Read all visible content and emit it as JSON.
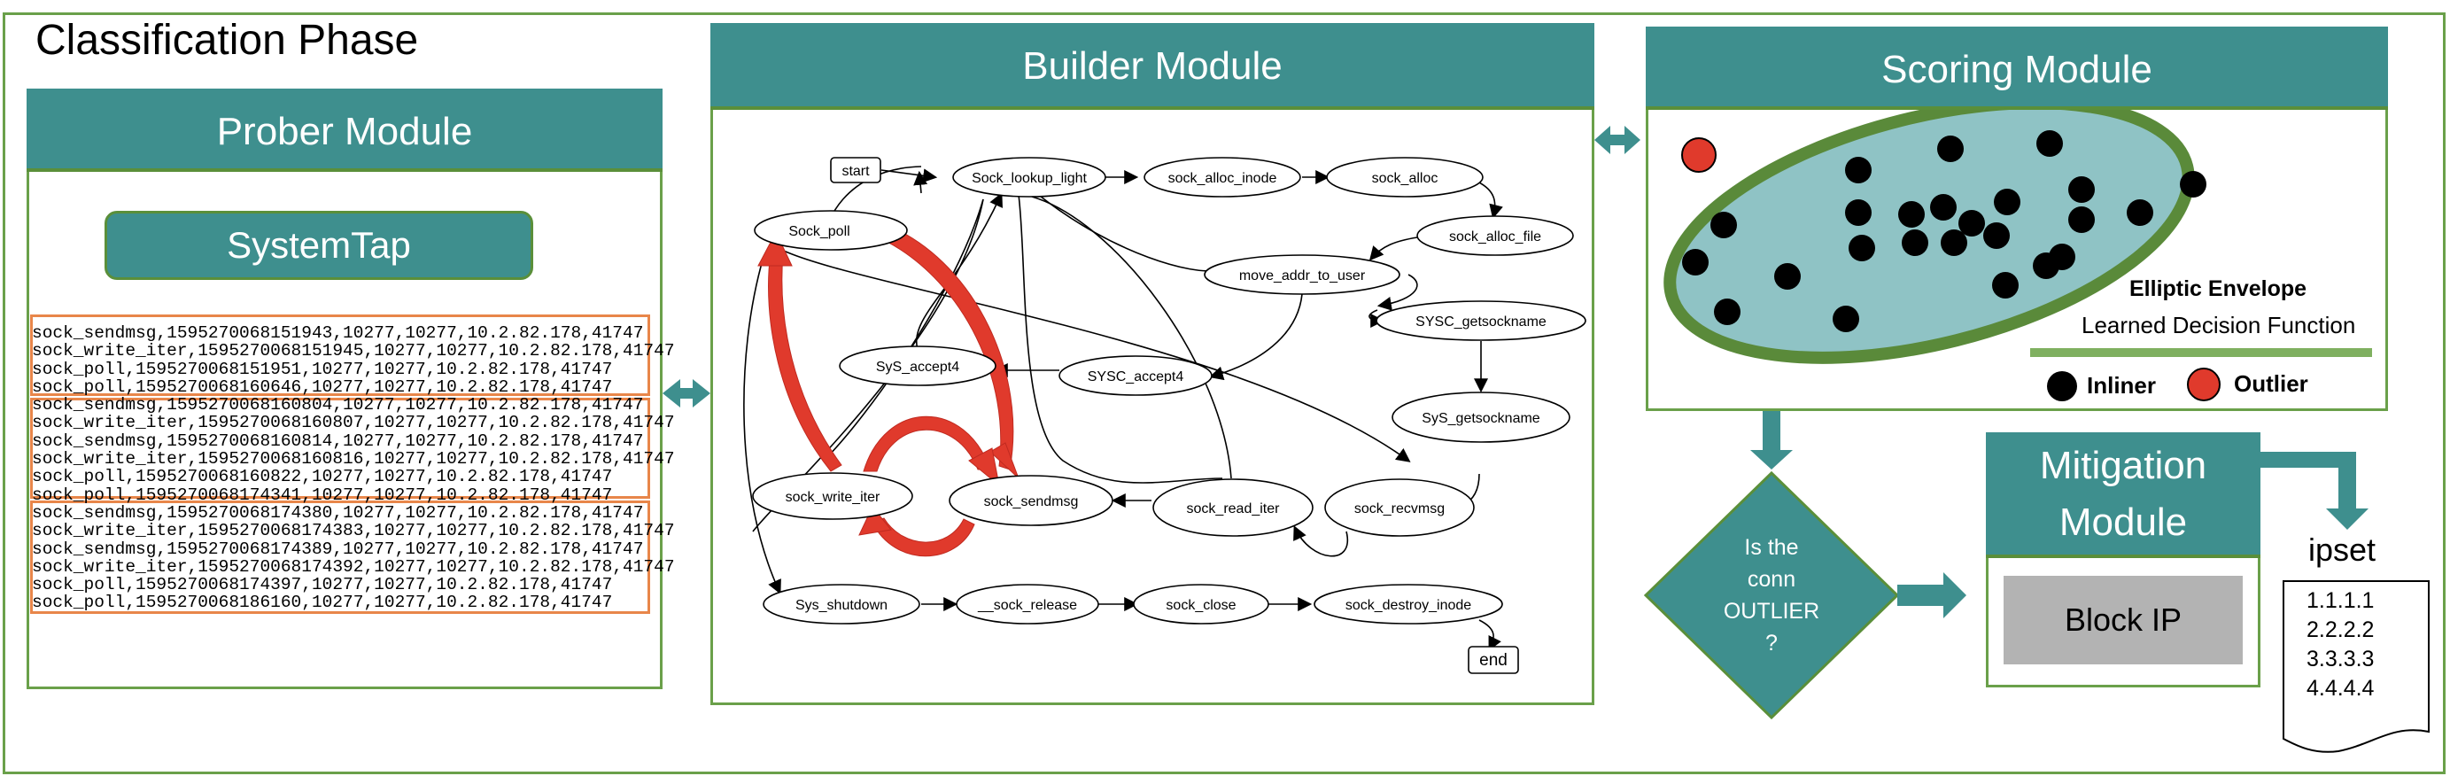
{
  "title": "Classification Phase",
  "prober": {
    "title": "Prober Module",
    "systemtap_label": "SystemTap",
    "log_lines": [
      "sock_sendmsg,1595270068151943,10277,10277,10.2.82.178,41747",
      "sock_write_iter,1595270068151945,10277,10277,10.2.82.178,41747",
      "sock_poll,1595270068151951,10277,10277,10.2.82.178,41747",
      "sock_poll,1595270068160646,10277,10277,10.2.82.178,41747",
      "sock_sendmsg,1595270068160804,10277,10277,10.2.82.178,41747",
      "sock_write_iter,1595270068160807,10277,10277,10.2.82.178,41747",
      "sock_sendmsg,1595270068160814,10277,10277,10.2.82.178,41747",
      "sock_write_iter,1595270068160816,10277,10277,10.2.82.178,41747",
      "sock_poll,1595270068160822,10277,10277,10.2.82.178,41747",
      "sock_poll,1595270068174341,10277,10277,10.2.82.178,41747",
      "sock_sendmsg,1595270068174380,10277,10277,10.2.82.178,41747",
      "sock_write_iter,1595270068174383,10277,10277,10.2.82.178,41747",
      "sock_sendmsg,1595270068174389,10277,10277,10.2.82.178,41747",
      "sock_write_iter,1595270068174392,10277,10277,10.2.82.178,41747",
      "sock_poll,1595270068174397,10277,10277,10.2.82.178,41747",
      "sock_poll,1595270068186160,10277,10277,10.2.82.178,41747"
    ]
  },
  "builder": {
    "title": "Builder Module",
    "nodes": {
      "start": "start",
      "lookup": "Sock_lookup_light",
      "alloc_inode": "sock_alloc_inode",
      "alloc": "sock_alloc",
      "poll": "Sock_poll",
      "alloc_file": "sock_alloc_file",
      "move_addr": "move_addr_to_user",
      "sysc_getsockname": "SYSC_getsockname",
      "sys_accept4": "SyS_accept4",
      "sysc_accept4": "SYSC_accept4",
      "sys_getsockname": "SyS_getsockname",
      "write_iter": "sock_write_iter",
      "sendmsg": "sock_sendmsg",
      "read_iter": "sock_read_iter",
      "recvmsg": "sock_recvmsg",
      "shutdown": "Sys_shutdown",
      "release": "__sock_release",
      "close": "sock_close",
      "destroy_inode": "sock_destroy_inode",
      "end": "end"
    }
  },
  "scoring": {
    "title": "Scoring Module",
    "envelope_label": "Elliptic Envelope",
    "function_label": "Learned Decision Function",
    "legend_inliner": "Inliner",
    "legend_outlier": "Outlier",
    "colors": {
      "inlier": "#000000",
      "outlier": "#e03a2c",
      "envelope_fill": "#8fc3c5",
      "envelope_border": "#5a8a3a"
    }
  },
  "decision": {
    "line1": "Is the",
    "line2": "conn",
    "line3": "OUTLIER",
    "line4": "?"
  },
  "mitigation": {
    "title_line1": "Mitigation",
    "title_line2": "Module",
    "block_ip_label": "Block IP"
  },
  "ipset": {
    "label": "ipset",
    "entries": [
      "1.1.1.1",
      "2.2.2.2",
      "3.3.3.3",
      "4.4.4.4"
    ]
  },
  "colors": {
    "teal": "#3e8f8e",
    "green_border": "#6aa04a",
    "red_arrow": "#e03a2c",
    "log_box": "#e8864a"
  }
}
